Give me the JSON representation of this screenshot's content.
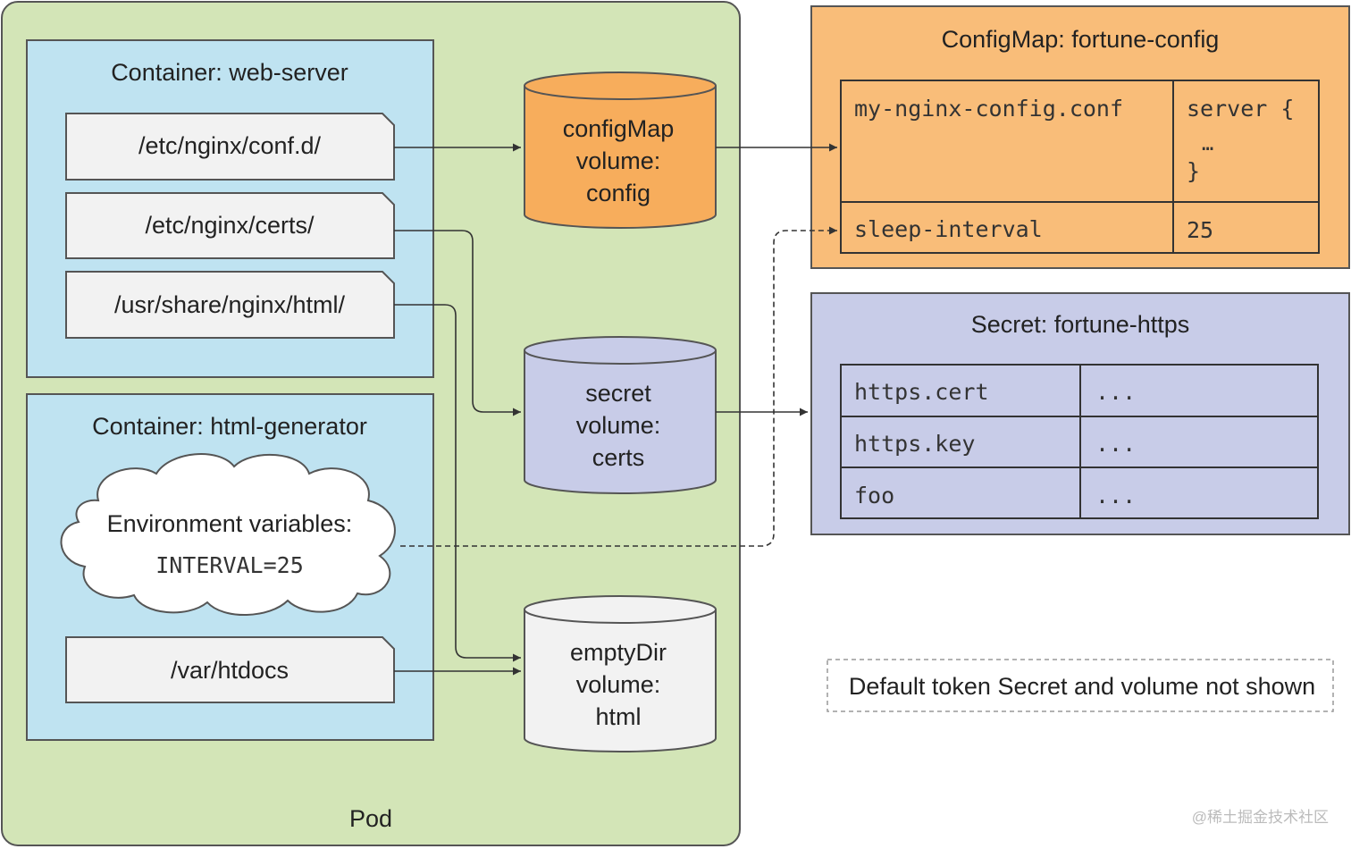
{
  "pod": {
    "label": "Pod"
  },
  "web_server": {
    "title": "Container: web-server",
    "mounts": [
      "/etc/nginx/conf.d/",
      "/etc/nginx/certs/",
      "/usr/share/nginx/html/"
    ]
  },
  "html_generator": {
    "title": "Container: html-generator",
    "env_title": "Environment variables:",
    "env_value": "INTERVAL=25",
    "mount": "/var/htdocs"
  },
  "volumes": {
    "config": [
      "configMap",
      "volume:",
      "config"
    ],
    "certs": [
      "secret",
      "volume:",
      "certs"
    ],
    "html": [
      "emptyDir",
      "volume:",
      "html"
    ]
  },
  "configmap": {
    "title": "ConfigMap: fortune-config",
    "rows": [
      {
        "key": "my-nginx-config.conf",
        "value_lines": [
          "server {",
          "…",
          "}"
        ]
      },
      {
        "key": "sleep-interval",
        "value": "25"
      }
    ]
  },
  "secret": {
    "title": "Secret: fortune-https",
    "rows": [
      {
        "key": "https.cert",
        "value": "..."
      },
      {
        "key": "https.key",
        "value": "..."
      },
      {
        "key": "foo",
        "value": "..."
      }
    ]
  },
  "note": "Default token Secret and volume not shown",
  "watermark": "@稀土掘金技术社区",
  "colors": {
    "pod_fill": "#d3e5b7",
    "container_fill": "#bfe3f1",
    "configmap_fill": "#f9bd79",
    "configmap_volume": "#f7ad5c",
    "secret_fill": "#c8cce8",
    "emptydir_fill": "#f2f2f2",
    "mount_fill": "#f2f2f2",
    "stroke": "#333333"
  }
}
